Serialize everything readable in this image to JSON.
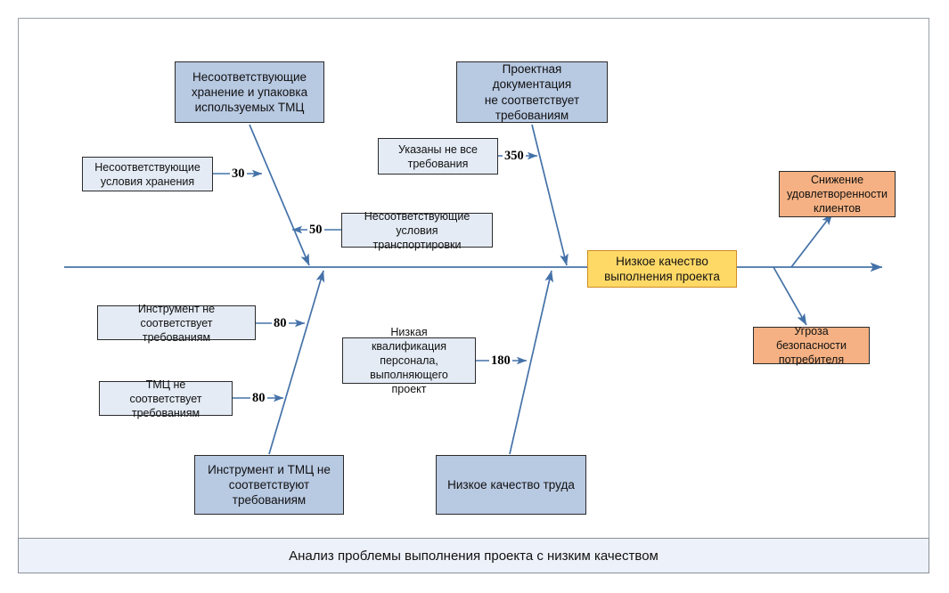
{
  "diagram": {
    "type": "fishbone-ishikawa",
    "title": "Анализ проблемы выполнения проекта с низким качеством",
    "colors": {
      "spine": "#4472a8",
      "major_cause_fill": "#b8c9e2",
      "minor_cause_fill": "#e4ebf5",
      "effect_fill": "#ffd966",
      "effect_border": "#d08b22",
      "outcome_fill": "#f5b183",
      "node_border": "#2b2b2b",
      "title_fill": "#edf1f9"
    },
    "effect": {
      "label": "Низкое качество\nвыполнения проекта",
      "line1": "Низкое качество",
      "line2": "выполнения проекта"
    },
    "major_causes": [
      {
        "id": "storage-packaging",
        "line1": "Несоответствующие",
        "line2": "хранение и упаковка",
        "line3": "используемых ТМЦ",
        "position": "top-left"
      },
      {
        "id": "project-documentation",
        "line1": "Проектная документация",
        "line2": "не соответствует",
        "line3": "требованиям",
        "position": "top-right"
      },
      {
        "id": "tools-and-materials",
        "line1": "Инструмент и ТМЦ не",
        "line2": "соответствуют",
        "line3": "требованиям",
        "position": "bottom-left"
      },
      {
        "id": "low-labour-quality",
        "line1": "Низкое качество труда",
        "line2": "",
        "line3": "",
        "position": "bottom-right"
      }
    ],
    "minor_causes": [
      {
        "id": "storage-conditions",
        "line1": "Несоответствующие",
        "line2": "условия хранения",
        "line3": "",
        "weight": "30"
      },
      {
        "id": "transport-conditions",
        "line1": "Несоответствующие условия",
        "line2": "транспортировки",
        "line3": "",
        "weight": "50"
      },
      {
        "id": "incomplete-requirements",
        "line1": "Указаны не все",
        "line2": "требования",
        "line3": "",
        "weight": "350"
      },
      {
        "id": "tool-nonconformance",
        "line1": "Инструмент не",
        "line2": "соответствует требованиям",
        "line3": "",
        "weight": "80"
      },
      {
        "id": "material-nonconformance",
        "line1": "ТМЦ не соответствует",
        "line2": "требованиям",
        "line3": "",
        "weight": "80"
      },
      {
        "id": "low-staff-qualification",
        "line1": "Низкая квалификация",
        "line2": "персонала,",
        "line3": "выполняющего проект",
        "weight": "180"
      }
    ],
    "outcomes": [
      {
        "id": "customer-satisfaction-drop",
        "line1": "Снижение",
        "line2": "удовлетворенности",
        "line3": "клиентов"
      },
      {
        "id": "consumer-safety-threat",
        "line1": "Угроза безопасности",
        "line2": "потребителя",
        "line3": ""
      }
    ]
  }
}
